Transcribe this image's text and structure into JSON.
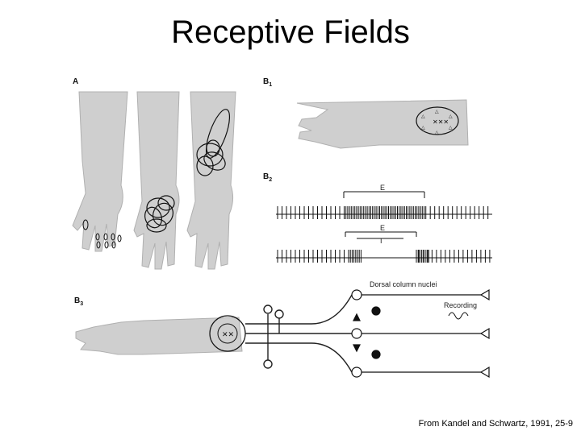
{
  "slide": {
    "title": "Receptive Fields",
    "credit": "From Kandel and Schwartz, 1991, 25-9"
  },
  "figure": {
    "panel_labels": {
      "a": "A",
      "b1": "B",
      "b1_sub": "1",
      "b2": "B",
      "b2_sub": "2",
      "b3": "B",
      "b3_sub": "3"
    },
    "spike_labels": {
      "top_e": "E",
      "bottom_e": "E",
      "bottom_i": "I"
    },
    "b3_labels": {
      "dorsal": "Dorsal column nuclei",
      "recording": "Recording"
    }
  }
}
